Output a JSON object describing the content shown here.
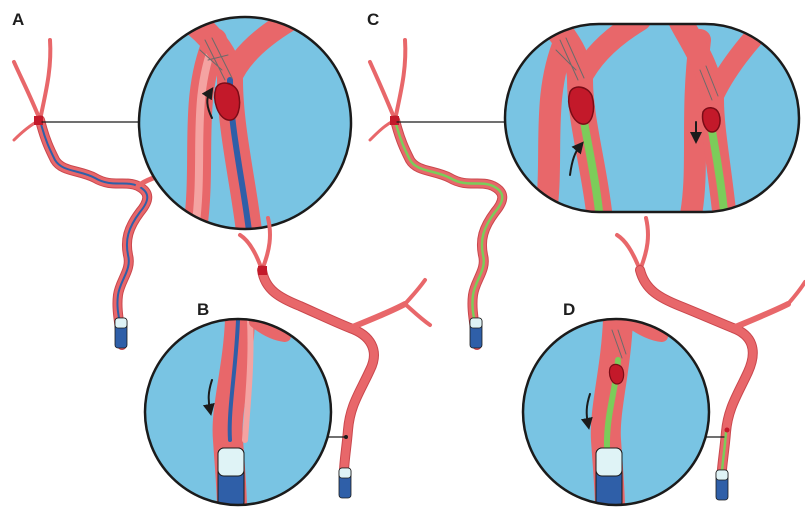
{
  "panels": {
    "a": "A",
    "b": "B",
    "c": "C",
    "d": "D"
  },
  "colors": {
    "vessel": "#e8676a",
    "vessel_light": "#f4a3a2",
    "vessel_edge": "#c9474d",
    "inset_bg": "#79c4e3",
    "catheter_blue": "#2f5fa8",
    "guidewire_green": "#7ccc5a",
    "clot": "#c3192a",
    "balloon": "#dff3f6",
    "outline": "#1b1b1b"
  }
}
